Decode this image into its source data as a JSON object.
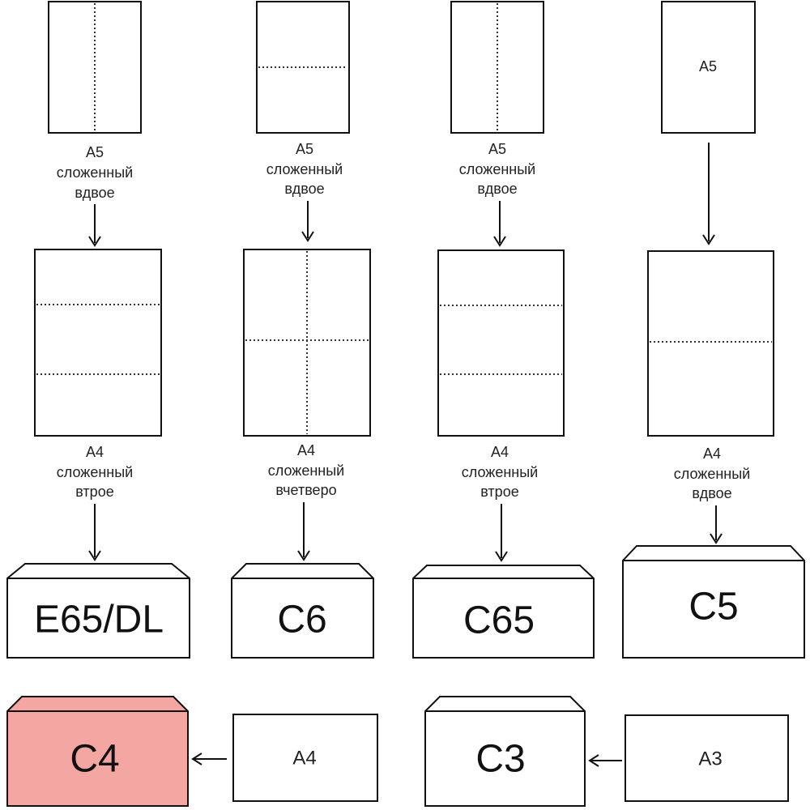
{
  "columns": [
    {
      "top_sheet": {
        "label": "",
        "fold": "vertical"
      },
      "top_caption": [
        "A5",
        "сложенный",
        "вдвое"
      ],
      "mid_sheet": {
        "fold": "thirds"
      },
      "mid_caption": [
        "A4",
        "сложенный",
        "втрое"
      ],
      "envelope": {
        "label": "E65/DL"
      }
    },
    {
      "top_sheet": {
        "label": "",
        "fold": "horizontal"
      },
      "top_caption": [
        "A5",
        "сложенный",
        "вдвое"
      ],
      "mid_sheet": {
        "fold": "quarters"
      },
      "mid_caption": [
        "A4",
        "сложенный",
        "вчетверо"
      ],
      "envelope": {
        "label": "C6"
      }
    },
    {
      "top_sheet": {
        "label": "",
        "fold": "vertical"
      },
      "top_caption": [
        "A5",
        "сложенный",
        "вдвое"
      ],
      "mid_sheet": {
        "fold": "thirds"
      },
      "mid_caption": [
        "A4",
        "сложенный",
        "втрое"
      ],
      "envelope": {
        "label": "C65"
      }
    },
    {
      "top_sheet": {
        "label": "A5",
        "fold": "none"
      },
      "top_caption": [],
      "mid_sheet": {
        "fold": "half"
      },
      "mid_caption": [
        "A4",
        "сложенный",
        "вдвое"
      ],
      "envelope": {
        "label": "C5"
      }
    }
  ],
  "bottom_row": [
    {
      "envelope": "C4",
      "paper": "A4",
      "highlight": "#f4a6a3"
    },
    {
      "envelope": "C3",
      "paper": "A3",
      "highlight": "#ffffff"
    }
  ]
}
